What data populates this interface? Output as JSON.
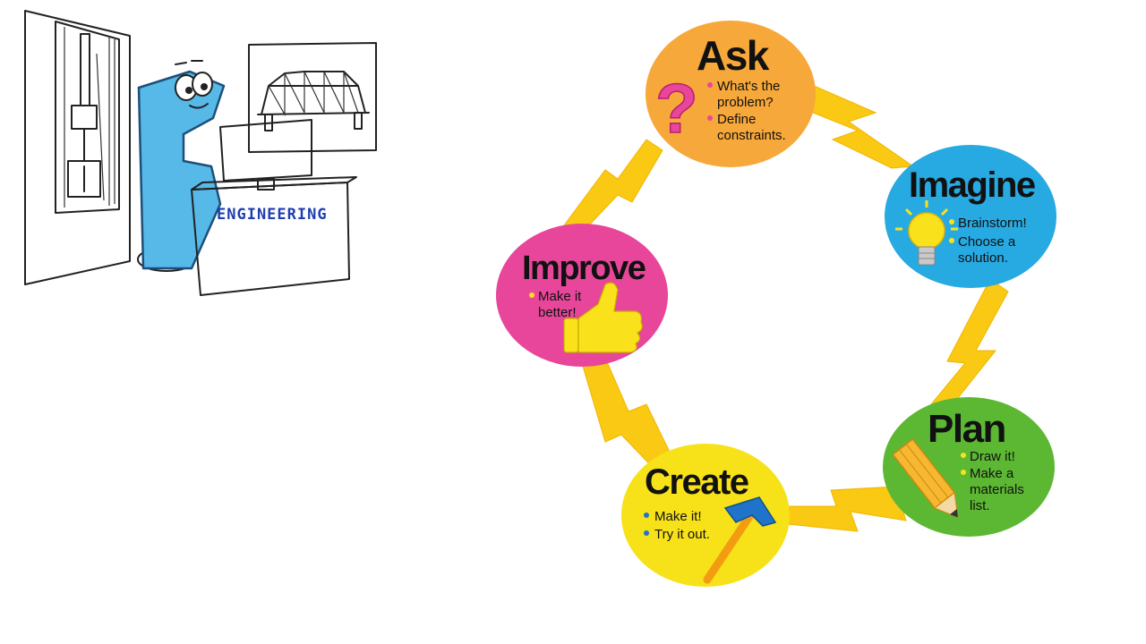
{
  "illustration": {
    "label": "ENGINEERING"
  },
  "colors": {
    "ask": "#f7a83a",
    "imagine": "#27a9e1",
    "plan": "#5cb833",
    "create": "#f7e118",
    "improve": "#e8469a",
    "bolt": "#f9c914",
    "mascot": "#56b9e8"
  },
  "stages": {
    "ask": {
      "title": "Ask",
      "icon": "question-mark-icon",
      "bullets": [
        "What's the",
        "problem?",
        "Define",
        "constraints."
      ]
    },
    "imagine": {
      "title": "Imagine",
      "icon": "lightbulb-icon",
      "bullets": [
        "Brainstorm!",
        "Choose a",
        "solution."
      ]
    },
    "plan": {
      "title": "Plan",
      "icon": "pencil-icon",
      "bullets": [
        "Draw it!",
        "Make a",
        "materials",
        "list."
      ]
    },
    "create": {
      "title": "Create",
      "icon": "hammer-icon",
      "bullets": [
        "Make it!",
        "Try it out."
      ]
    },
    "improve": {
      "title": "Improve",
      "icon": "thumbs-up-icon",
      "bullets": [
        "Make it",
        "better!"
      ]
    }
  }
}
